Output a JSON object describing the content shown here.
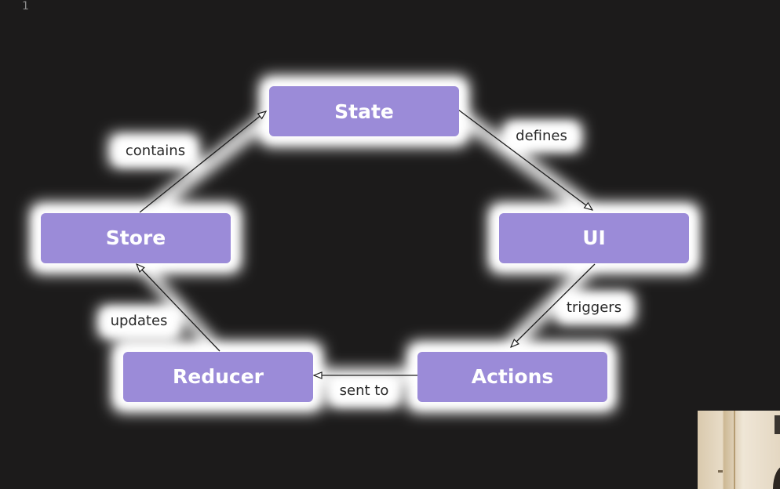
{
  "slide_number": "1",
  "nodes": {
    "state": "State",
    "ui": "UI",
    "actions": "Actions",
    "reducer": "Reducer",
    "store": "Store"
  },
  "edges": {
    "state_to_ui": "defines",
    "ui_to_actions": "triggers",
    "actions_to_reducer": "sent to",
    "reducer_to_store": "updates",
    "store_to_state": "contains"
  },
  "colors": {
    "background": "#1c1b1b",
    "node_fill": "#9b8bd8",
    "node_text": "#ffffff",
    "glow": "#ffffff",
    "arrow": "#1e1e1e",
    "edge_label": "#2a2a2a"
  }
}
